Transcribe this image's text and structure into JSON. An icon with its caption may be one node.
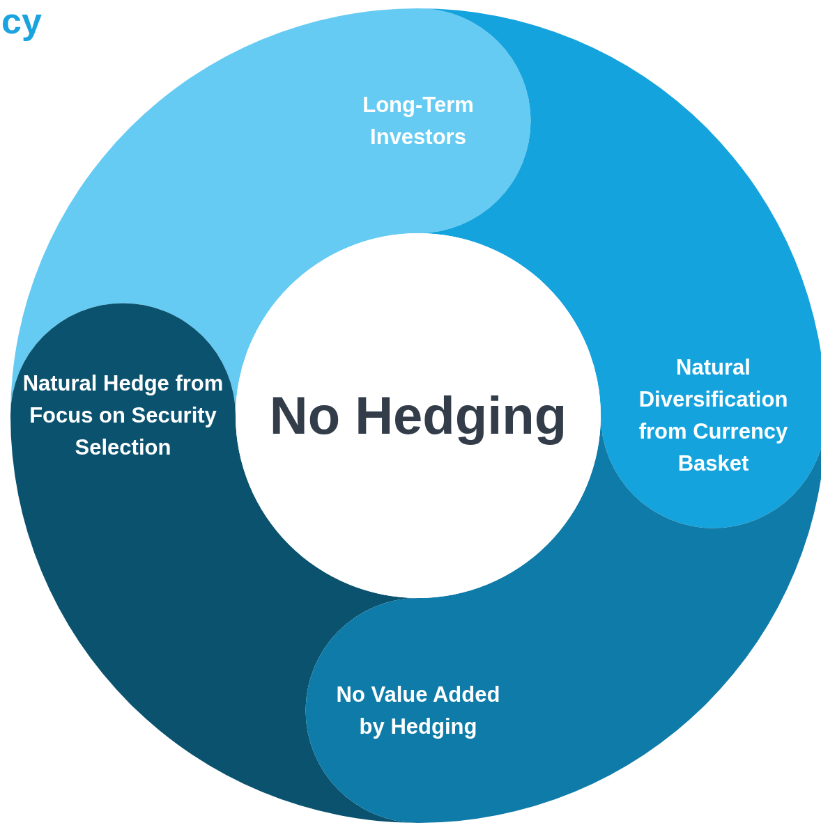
{
  "diagram": {
    "nodes": [
      {
        "text": [
          "Long-Term Investors"
        ]
      },
      {
        "text": [
          "Natural Hedge from Focus on Security Selection"
        ]
      },
      {
        "text": [
          "No Hedging"
        ]
      },
      {
        "text": [
          "Natural Diversification from Currency Basket"
        ]
      },
      {
        "text": [
          "No Value Added by Hedging"
        ]
      }
    ],
    "labels": [
      "cy"
    ]
  }
}
